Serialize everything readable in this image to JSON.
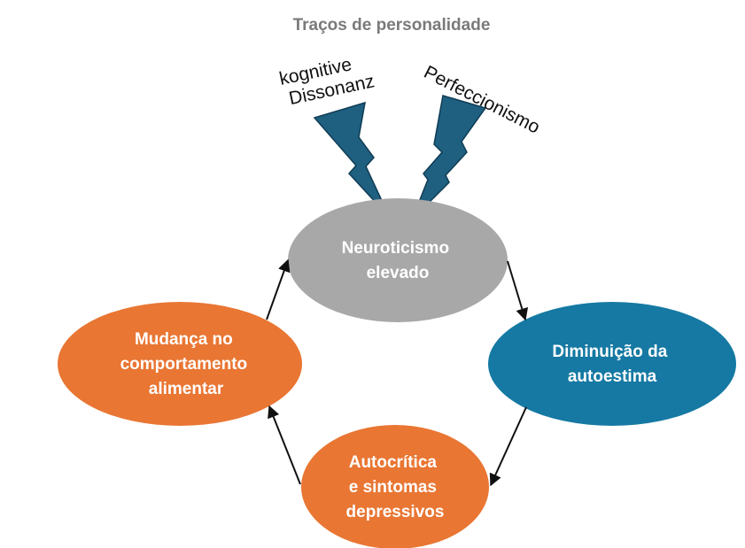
{
  "title": "Traços de personalidade",
  "colors": {
    "title": "#7a7a7a",
    "bolt": "#1f5f80",
    "bolt_stroke": "#0f3d55",
    "gray_node": "#a8a8a8",
    "blue_node": "#1579a3",
    "orange_node": "#e97633",
    "arrow": "#111111"
  },
  "triggers": {
    "left": [
      "kognitive",
      "Dissonanz"
    ],
    "right": "Perfeccionismo"
  },
  "nodes": {
    "neuroticism": [
      "Neuroticismo",
      "elevado"
    ],
    "self_esteem": [
      "Diminuição da",
      "autoestima"
    ],
    "self_criticism": [
      "Autocrítica",
      "e sintomas",
      "depressivos"
    ],
    "eating_behavior": [
      "Mudança no",
      "comportamento",
      "alimentar"
    ]
  }
}
